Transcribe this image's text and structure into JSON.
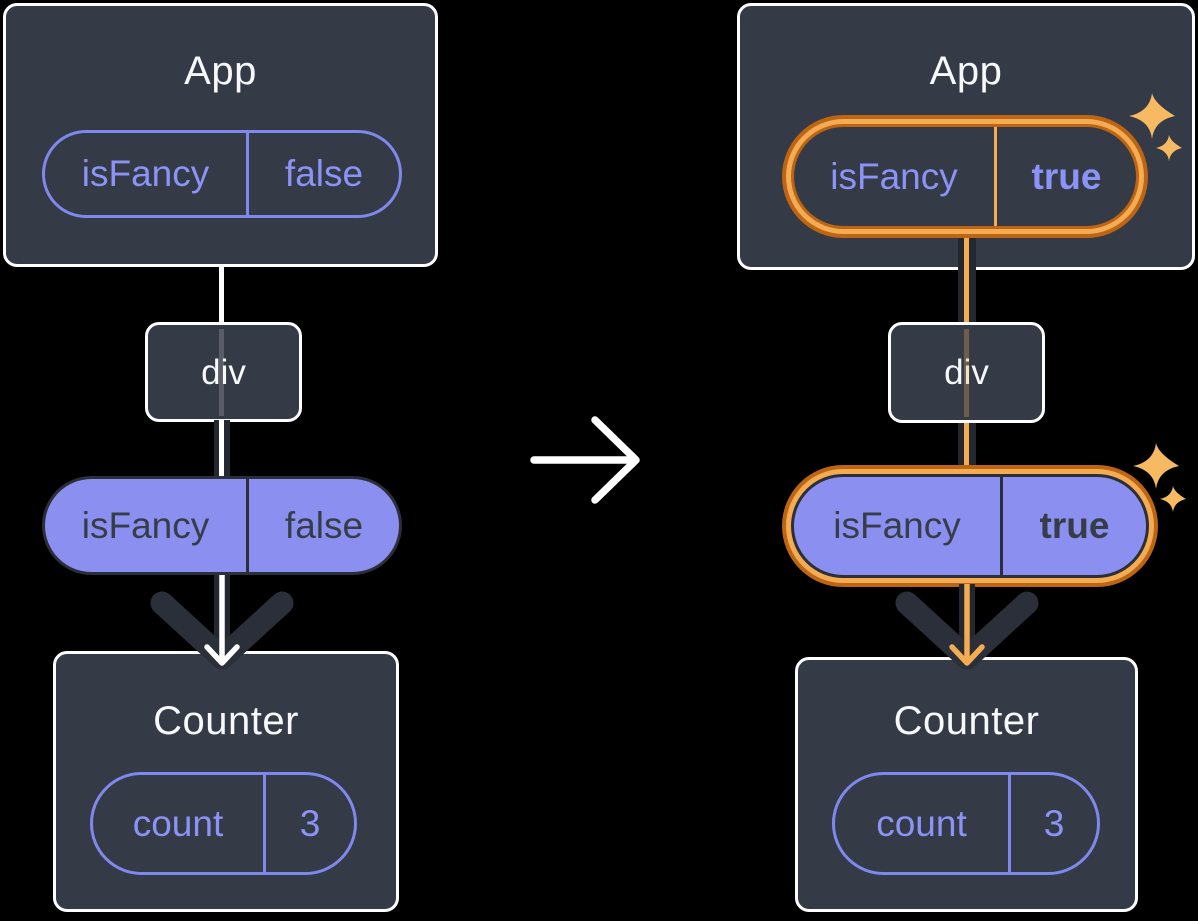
{
  "left_tree": {
    "app": {
      "title": "App",
      "state_pill": {
        "label": "isFancy",
        "value": "false"
      }
    },
    "div_node": {
      "label": "div"
    },
    "prop_pill": {
      "label": "isFancy",
      "value": "false"
    },
    "counter": {
      "title": "Counter",
      "state_pill": {
        "label": "count",
        "value": "3"
      }
    }
  },
  "right_tree": {
    "app": {
      "title": "App",
      "state_pill": {
        "label": "isFancy",
        "value": "true"
      }
    },
    "div_node": {
      "label": "div"
    },
    "prop_pill": {
      "label": "isFancy",
      "value": "true"
    },
    "counter": {
      "title": "Counter",
      "state_pill": {
        "label": "count",
        "value": "3"
      }
    }
  },
  "icons": {
    "transition_arrow": "right-arrow",
    "highlight": "sparkles",
    "flow_arrow": "down-chevron-arrow"
  },
  "colors": {
    "background": "#000000",
    "node_fill": "#343a46",
    "node_border": "#ffffff",
    "purple_outline": "#7f88ec",
    "purple_text": "#8b94f6",
    "purple_fill": "#8b90f0",
    "dark_text_on_purple": "#373d48",
    "connector_casing": "#23272f",
    "connector_core_left": "#ffffff",
    "connector_core_right": "#f5ab52",
    "chevron_dark": "#2a2f39",
    "highlight_ring_dark": "#bc6514",
    "highlight_ring_light": "#f5ab52",
    "sparkle": "#f7ba62"
  }
}
